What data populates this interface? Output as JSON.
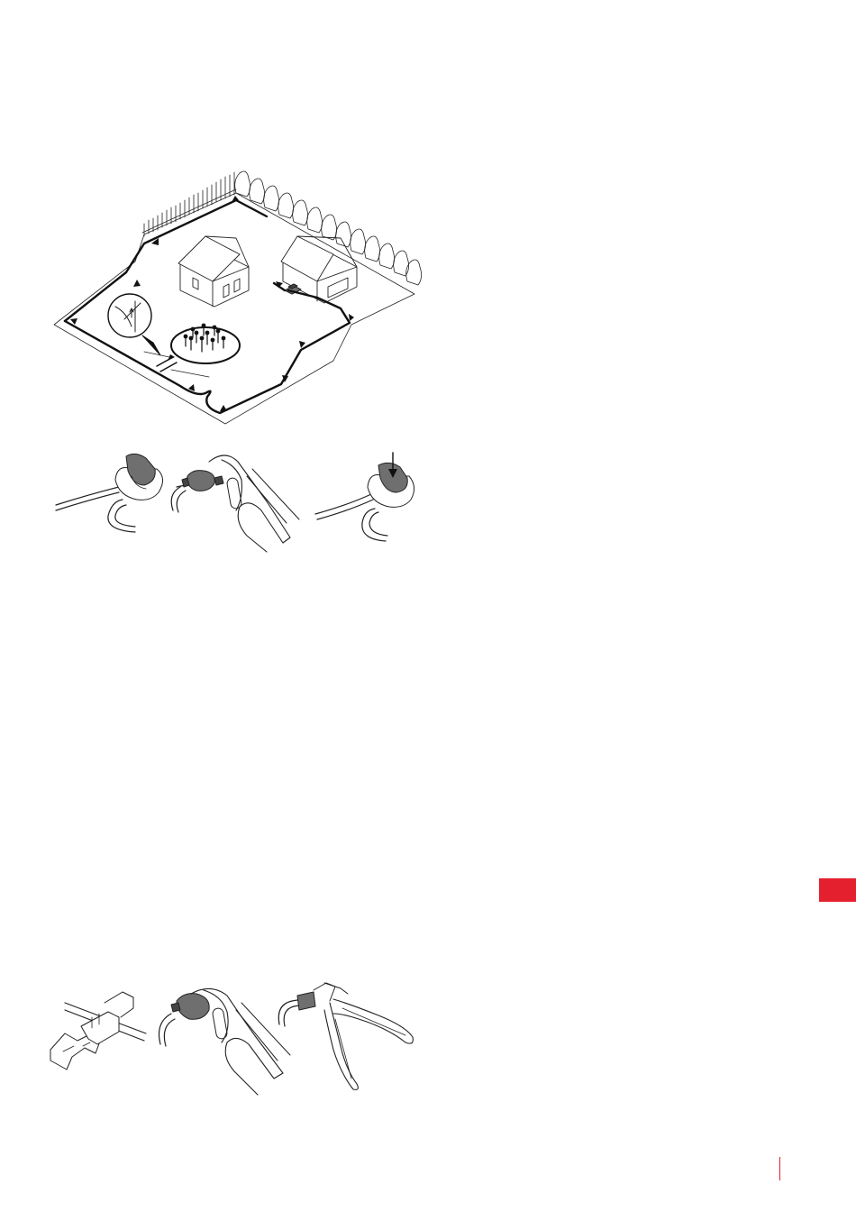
{
  "colors": {
    "ink": "#222222",
    "grey_fill": "#6f6f6f",
    "light_grey": "#bdbdbd",
    "accent": "#e5202e"
  },
  "figures": [
    {
      "name": "garden-boundary-wire-layout",
      "icon": "garden-layout-illustration"
    },
    {
      "name": "connector-crimping-steps",
      "icon": "connector-crimp-illustration"
    },
    {
      "name": "wire-splicing-steps",
      "icon": "wire-splice-illustration"
    }
  ],
  "section_tab": {
    "label": ""
  }
}
